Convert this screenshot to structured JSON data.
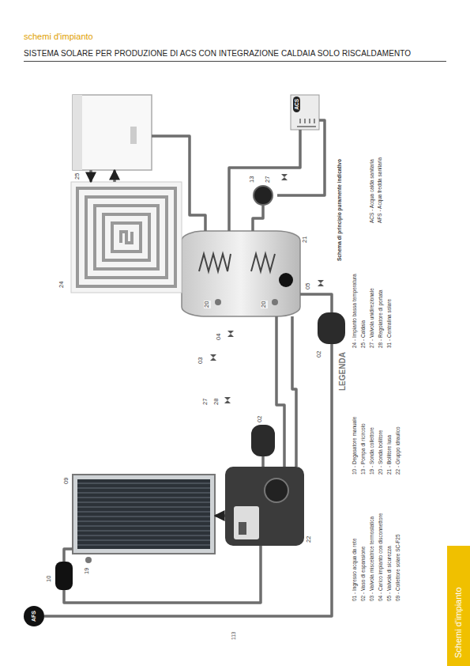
{
  "diagram": {
    "title": "SISTEMA SOLARE PER PRODUZIONE DI ACS CON INTEGRAZIONE CALDAIA SOLO RISCALDAMENTO",
    "nodes": [
      {
        "text": [
          "AFS"
        ]
      },
      {
        "text": [
          "10"
        ]
      },
      {
        "text": [
          "09"
        ]
      },
      {
        "text": [
          "22"
        ]
      },
      {
        "text": [
          "02"
        ]
      },
      {
        "text": [
          "02"
        ]
      },
      {
        "text": [
          "21"
        ]
      },
      {
        "text": [
          "24"
        ]
      },
      {
        "text": [
          "25"
        ]
      },
      {
        "text": [
          "13"
        ]
      },
      {
        "text": [
          "ACS"
        ]
      }
    ],
    "edges": [
      {
        "from": 2,
        "to": 1,
        "arrow": "none"
      },
      {
        "from": 1,
        "to": 3,
        "arrow": "none"
      },
      {
        "from": 3,
        "to": 2,
        "arrow": "to"
      },
      {
        "from": 4,
        "to": 3,
        "arrow": "none"
      },
      {
        "from": 3,
        "to": 6,
        "arrow": "none"
      },
      {
        "from": 6,
        "to": 3,
        "arrow": "none"
      },
      {
        "from": 0,
        "to": 5,
        "arrow": "none"
      },
      {
        "from": 5,
        "to": 6,
        "arrow": "none"
      },
      {
        "from": 8,
        "to": 7,
        "arrow": "to"
      },
      {
        "from": 7,
        "to": 8,
        "arrow": "to"
      },
      {
        "from": 8,
        "to": 6,
        "arrow": "none"
      },
      {
        "from": 6,
        "to": 10,
        "arrow": "none"
      },
      {
        "from": 10,
        "to": 9,
        "arrow": "none"
      },
      {
        "from": 9,
        "to": 6,
        "arrow": "none"
      }
    ],
    "labels": [
      "schemi d'impianto",
      "Schema di principio puramente indicativo",
      "LEGENDA",
      "19",
      "20",
      "20",
      "04",
      "03",
      "27",
      "28",
      "05",
      "27",
      "113",
      "Schemi d'impianto"
    ],
    "legend": [
      {
        "text": "01 - Ingresso acqua da rete"
      },
      {
        "text": "02 - Vaso di espansione"
      },
      {
        "text": "03 - Valvola miscelatrice termostatica"
      },
      {
        "text": "04 - Carico impianto con disconnettore"
      },
      {
        "text": "05 - Valvola di sicurezza"
      },
      {
        "text": "09 - Collettore solare SC-F25"
      },
      {
        "text": "10 - Degasatore manuale"
      },
      {
        "text": "13 - Pompa di ricircolo"
      },
      {
        "text": "19 - Sonda collettore"
      },
      {
        "text": "20 - Sonda bollitore"
      },
      {
        "text": "21 - Bollitore lusa"
      },
      {
        "text": "22 - Gruppo idraulico"
      },
      {
        "text": "24 - Impianto bassa temperatura"
      },
      {
        "text": "25 - Caldaia"
      },
      {
        "text": "27 - Valvola unidirezionale"
      },
      {
        "text": "28 - Regolatore di portata"
      },
      {
        "text": "31 - Centralina solare"
      },
      {
        "text": "ACS - Acqua calda sanitaria"
      },
      {
        "text": "AFS - Acqua fredda sanitaria"
      }
    ]
  }
}
